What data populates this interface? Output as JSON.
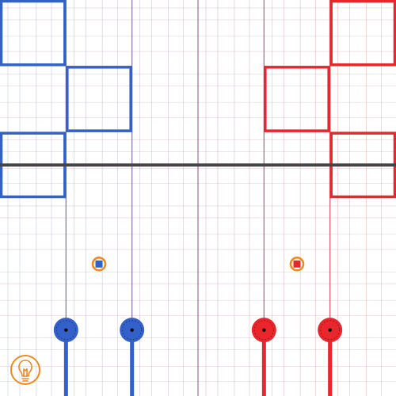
{
  "game": {
    "type": "grid-puzzle",
    "grid_divisions": 6,
    "colors": {
      "left": "#3461c9",
      "right": "#e8262b",
      "divider": "#444444",
      "marker_ring": "#f0891e",
      "hint_icon": "#f0891e",
      "background": "#ffffff"
    },
    "left_cells": [
      [
        0,
        0
      ],
      [
        1,
        1
      ],
      [
        0,
        2
      ]
    ],
    "right_cells": [
      [
        5,
        0
      ],
      [
        4,
        1
      ],
      [
        5,
        2
      ]
    ],
    "divider_row": 2.5,
    "markers": [
      {
        "team": "left",
        "col": 1.5,
        "row": 4
      },
      {
        "team": "right",
        "col": 4.5,
        "row": 4
      }
    ],
    "pieces": [
      {
        "team": "left",
        "col": 1,
        "row": 5
      },
      {
        "team": "left",
        "col": 2,
        "row": 5
      },
      {
        "team": "right",
        "col": 4,
        "row": 5
      },
      {
        "team": "right",
        "col": 5,
        "row": 5
      }
    ],
    "hint_icon": "lightbulb-icon"
  }
}
